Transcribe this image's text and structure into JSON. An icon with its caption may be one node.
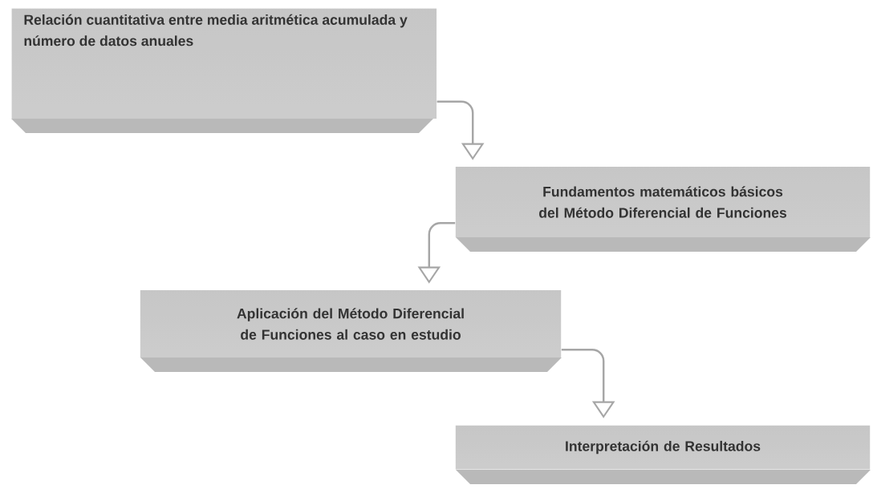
{
  "diagram": {
    "nodes": [
      {
        "text": [
          "Relación cuantitativa entre media aritmética acumulada y número de datos anuales"
        ]
      },
      {
        "text": [
          "Fundamentos matemáticos básicos del Método Diferencial de Funciones"
        ]
      },
      {
        "text": [
          "Aplicación del Método Diferencial de Funciones al caso en estudio"
        ]
      },
      {
        "text": [
          "Interpretación de Resultados"
        ]
      }
    ],
    "edges": [
      {
        "from": 0,
        "to": 1,
        "arrow": "to"
      },
      {
        "from": 1,
        "to": 2,
        "arrow": "to"
      },
      {
        "from": 2,
        "to": 3,
        "arrow": "to"
      }
    ]
  }
}
